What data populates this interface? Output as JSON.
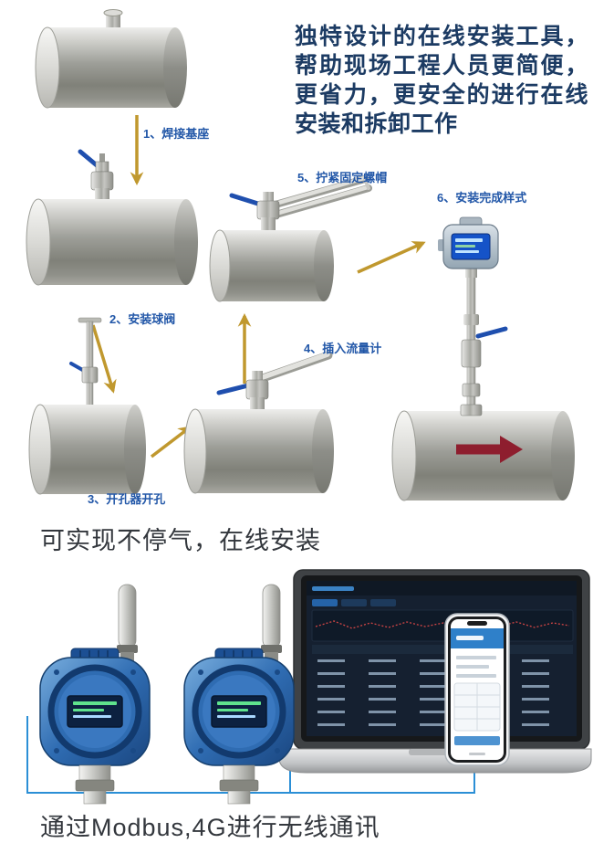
{
  "intro": {
    "text": "独特设计的在线安装工具， 帮助现场工程人员更简便， 更省力，更安全的进行在线安装和拆卸工作"
  },
  "diagram": {
    "step1_label": "1、焊接基座",
    "step2_label": "2、安装球阀",
    "step3_label": "3、开孔器开孔",
    "step4_label": "4、插入流量计",
    "step5_label": "5、拧紧固定螺帽",
    "step6_label": "6、安装完成样式"
  },
  "captions": {
    "online_install": "可实现不停气，在线安装",
    "communication": "通过Modbus,4G进行无线通讯"
  },
  "colors": {
    "intro_navy": "#1c3b63",
    "step_label_blue": "#2257a8",
    "arrow_gold": "#c0982e",
    "caption_dark": "#33373d",
    "valve_handle_blue": "#1f4fae",
    "flow_arrow_red": "#8e1e2e",
    "detector_body_blue": "#2f6cb2",
    "connection_line_blue": "#2b8fd6",
    "phone_header_blue": "#2f80c9"
  }
}
